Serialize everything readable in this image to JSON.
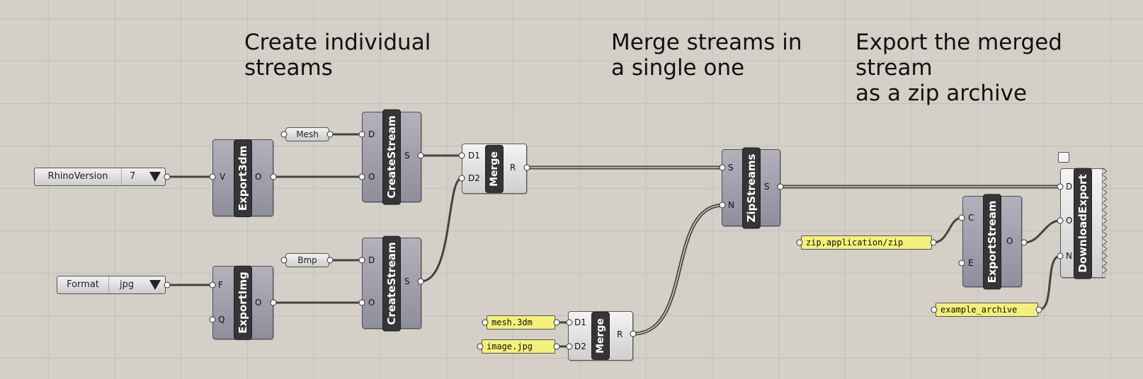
{
  "groups": {
    "create": "Create individual\nstreams",
    "merge": "Merge streams in\na single one",
    "export": "Export the merged stream\nas a zip archive"
  },
  "value_lists": {
    "rhino_version": {
      "name": "RhinoVersion",
      "value": "7"
    },
    "format": {
      "name": "Format",
      "value": "jpg"
    }
  },
  "params": {
    "mesh": "Mesh",
    "bmp": "Bmp"
  },
  "panels": {
    "mesh_file": "mesh.3dm",
    "image_file": "image.jpg",
    "zip_mime": "zip,application/zip",
    "archive_name": "example_archive"
  },
  "components": {
    "export3dm": {
      "nickname": "Export3dm",
      "inputs": [
        "V"
      ],
      "outputs": [
        "O"
      ]
    },
    "exportimg": {
      "nickname": "ExportImg",
      "inputs": [
        "F",
        "Q"
      ],
      "outputs": [
        "O"
      ]
    },
    "createstream1": {
      "nickname": "CreateStream",
      "inputs": [
        "D",
        "O"
      ],
      "outputs": [
        "S"
      ]
    },
    "createstream2": {
      "nickname": "CreateStream",
      "inputs": [
        "D",
        "O"
      ],
      "outputs": [
        "S"
      ]
    },
    "merge1": {
      "nickname": "Merge",
      "inputs": [
        "D1",
        "D2"
      ],
      "outputs": [
        "R"
      ]
    },
    "merge2": {
      "nickname": "Merge",
      "inputs": [
        "D1",
        "D2"
      ],
      "outputs": [
        "R"
      ]
    },
    "zipstreams": {
      "nickname": "ZipStreams",
      "inputs": [
        "S",
        "N"
      ],
      "outputs": [
        "S"
      ]
    },
    "exportstream": {
      "nickname": "ExportStream",
      "inputs": [
        "C",
        "E"
      ],
      "outputs": [
        "O"
      ]
    },
    "downloadexport": {
      "nickname": "DownloadExport",
      "inputs": [
        "D",
        "O",
        "N"
      ],
      "outputs": []
    }
  }
}
